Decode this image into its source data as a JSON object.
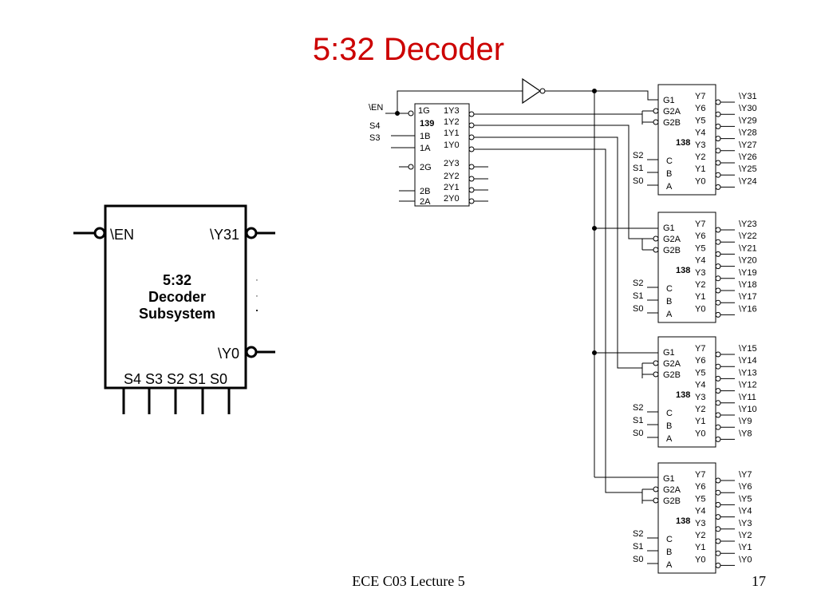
{
  "title": "5:32 Decoder",
  "footer": {
    "lecture": "ECE C03 Lecture 5",
    "page": "17"
  },
  "subsystem": {
    "name_lines": [
      "5:32",
      "Decoder",
      "Subsystem"
    ],
    "enable": "\\EN",
    "out_top": "\\Y31",
    "out_bottom": "\\Y0",
    "ellipsis": "·",
    "selects": "S4 S3 S2 S1 S0"
  },
  "chip139": {
    "part": "139",
    "left_pins": [
      "1G",
      "1B",
      "1A",
      "2G",
      "2B",
      "2A"
    ],
    "right_pins": [
      "1Y3",
      "1Y2",
      "1Y1",
      "1Y0",
      "2Y3",
      "2Y2",
      "2Y1",
      "2Y0"
    ],
    "inputs": [
      "\\EN",
      "S4",
      "S3"
    ]
  },
  "chip138": {
    "part": "138",
    "enable_pins": [
      "G1",
      "G2A",
      "G2B"
    ],
    "select_pins": [
      "C",
      "B",
      "A"
    ],
    "select_inputs": [
      "S2",
      "S1",
      "S0"
    ],
    "output_pins": [
      "Y7",
      "Y6",
      "Y5",
      "Y4",
      "Y3",
      "Y2",
      "Y1",
      "Y0"
    ]
  },
  "outputs": [
    [
      "\\Y31",
      "\\Y30",
      "\\Y29",
      "\\Y28",
      "\\Y27",
      "\\Y26",
      "\\Y25",
      "\\Y24"
    ],
    [
      "\\Y23",
      "\\Y22",
      "\\Y21",
      "\\Y20",
      "\\Y19",
      "\\Y18",
      "\\Y17",
      "\\Y16"
    ],
    [
      "\\Y15",
      "\\Y14",
      "\\Y13",
      "\\Y12",
      "\\Y11",
      "\\Y10",
      "\\Y9",
      "\\Y8"
    ],
    [
      "\\Y7",
      "\\Y6",
      "\\Y5",
      "\\Y4",
      "\\Y3",
      "\\Y2",
      "\\Y1",
      "\\Y0"
    ]
  ]
}
